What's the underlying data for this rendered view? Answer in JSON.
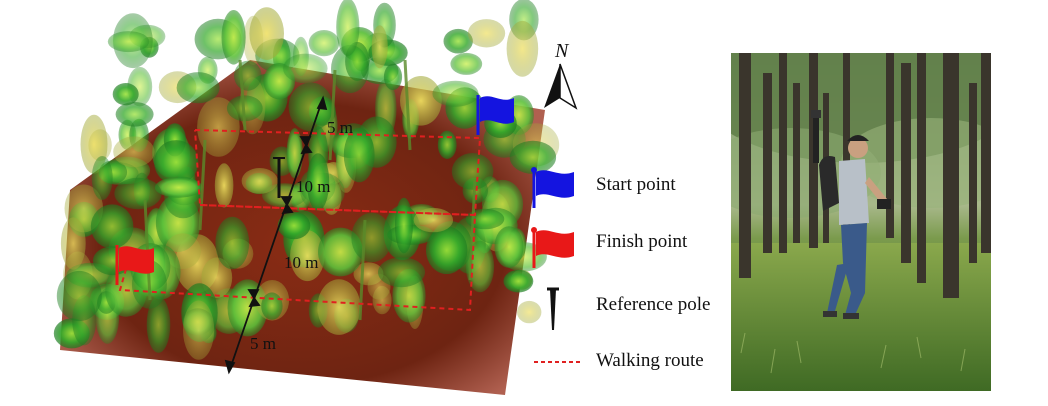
{
  "map": {
    "north_label": "N",
    "distances": {
      "top": "5 m",
      "upper_mid": "10 m",
      "lower_mid": "10 m",
      "bottom": "5 m"
    }
  },
  "legend": {
    "start": "Start point",
    "finish": "Finish point",
    "pole": "Reference pole",
    "route": "Walking route"
  },
  "colors": {
    "start_flag": "#1414e0",
    "finish_flag": "#e81818",
    "route": "#e02020",
    "soil": "#7a2a18",
    "foliage": "#3bb52a"
  }
}
